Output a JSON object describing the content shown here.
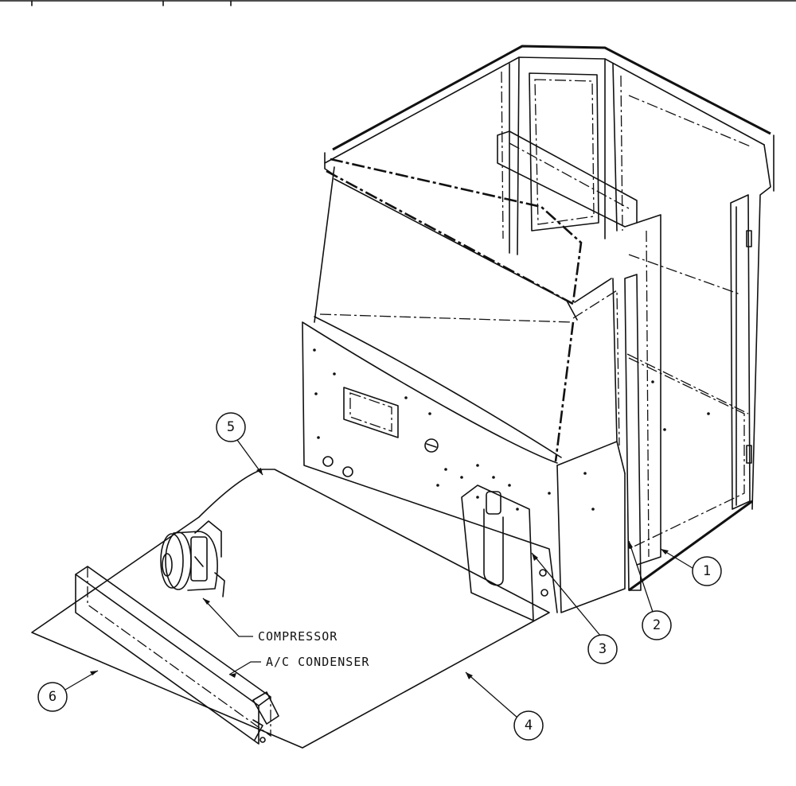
{
  "callouts": [
    {
      "number": "1"
    },
    {
      "number": "2"
    },
    {
      "number": "3"
    },
    {
      "number": "4"
    },
    {
      "number": "5"
    },
    {
      "number": "6"
    }
  ],
  "labels": {
    "compressor": "COMPRESSOR",
    "condenser": "A/C CONDENSER"
  }
}
